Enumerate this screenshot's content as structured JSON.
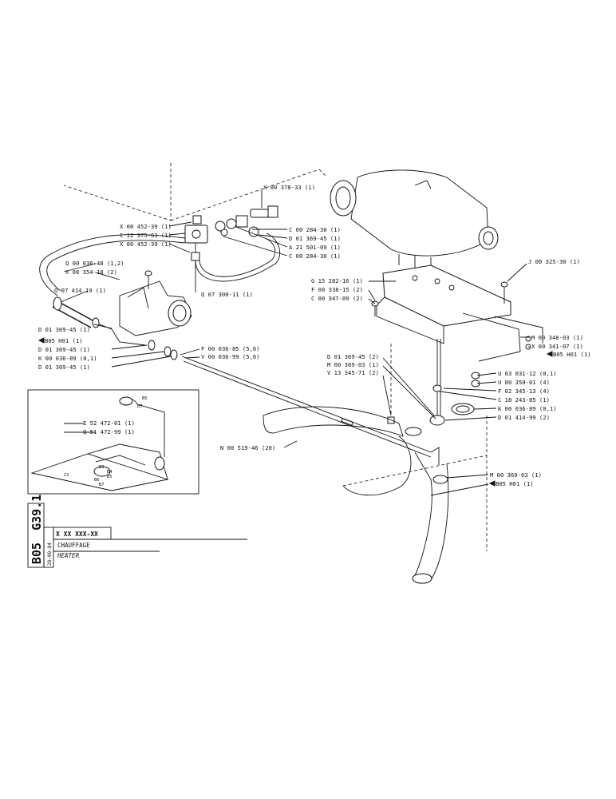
{
  "sheet": {
    "group": "B05",
    "page": "G39.1",
    "date": "28-09-84",
    "number": "X XX XXX-XX",
    "title_fr": "CHAUFFAGE",
    "title_en": "HEATER"
  },
  "callouts_top": [
    "X 00 378-33 (1)",
    "X 00 452-39 (1)",
    "C 12 375-63 (1)",
    "X 00 452-39 (1)",
    "C 00 284-30 (1)",
    "D 01 369-45 (1)",
    "A 21 501-09 (1)",
    "C 00 284-30 (1)",
    "Q 07 300-11 (1)"
  ],
  "callouts_left": [
    "Q 00 036-48 (1,2)",
    "X 00 354-18 (2)",
    "Q 07 414 19 (1)",
    "D 01 369-45 (1)",
    "B05 H01 (1)",
    "D 01 369-45 (1)",
    "K 00 036-89 (0,1)",
    "D 01 369-45 (1)",
    "F 00 036-85 (5,6)",
    "V 00 036-99 (5,6)"
  ],
  "callouts_right": [
    "J 00 325-30 (1)",
    "G 15 282-16 (1)",
    "F 00 338-15 (2)",
    "C 00 347-09 (2)",
    "M 00 348-03 (1)",
    "X 00 341-07 (1)",
    "B05 H01 (1)",
    "D 01 369-45 (2)",
    "M 00 369-03 (1)",
    "V 13 345-71 (2)",
    "U 03 031-12 (0,1)",
    "U 00 350-01 (4)",
    "F 02 345-13 (4)",
    "C 18 243-85 (1)",
    "K 00 036-89 (0,1)",
    "D 01 414-99 (2)",
    "N 00 519-46 (20)",
    "M 00 369-03 (1)",
    "B05 H01 (1)"
  ],
  "inset": {
    "callouts": [
      "E 52 472-01 (1)",
      "Q 51 472-99 (1)"
    ],
    "small": [
      "B5",
      "B7",
      "21",
      "B3",
      "B4",
      "B5",
      "B6",
      "B7"
    ]
  }
}
